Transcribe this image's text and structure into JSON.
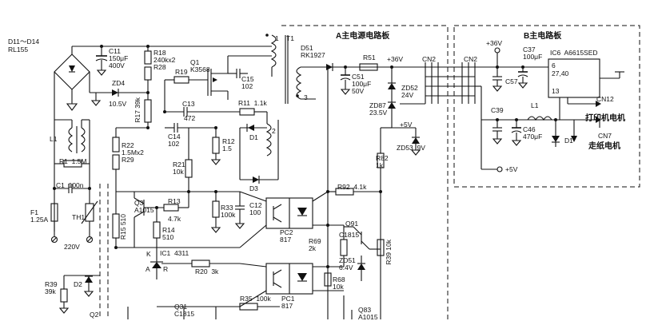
{
  "boards": {
    "a_title": "A主电源电路板",
    "b_title": "B主电路板"
  },
  "labels": {
    "d11_d14": "D11～D14",
    "rl155": "RL155",
    "c11": "C11\n150μF\n400V",
    "zd4": "ZD4",
    "zd4_v": "10.5V",
    "r18": "R18\n240kx2\nR28",
    "r17": "R17 39k",
    "q1": "Q1\nK3568",
    "r19": "R19",
    "c15": "C15\n102",
    "t1": "T1",
    "c13": "C13",
    "c13_v": "472",
    "r11": "R11  1.1k",
    "c14": "C14\n102",
    "r12": "R12\n1.5",
    "d1": "D1",
    "d3": "D3",
    "l1": "L1",
    "r22": "R22\n1.5Mx2\nR29",
    "r21": "R21\n10k",
    "r1": "R1  1.5M",
    "c1": "C1  100n",
    "f1": "F1\n1.25A",
    "th1": "TH1",
    "v220": "220V",
    "q3": "Q3\nA1015",
    "r13": "R13",
    "r13_v": "4.7k",
    "r15": "R15 510",
    "r14": "R14\n510",
    "r33": "R33\n100k",
    "c12": "C12\n100",
    "k": "K",
    "ic1": "IC1  4311",
    "a": "A",
    "r": "R",
    "r20": "R20  3k",
    "r39": "R39\n39k",
    "d2": "D2",
    "q2": "Q2",
    "q31": "Q31\nC1815",
    "r35": "R35  100k",
    "pc1": "PC1\n817",
    "q83": "Q83\nA1015",
    "pc2": "PC2\n817",
    "r69": "R69\n2k",
    "c1815": "C1815",
    "q91": "Q91",
    "zd51": "ZD51\n6.4V",
    "r39_10k": "R39 10k",
    "r68": "R68\n10k",
    "r92": "R92  4.1k",
    "r82": "R82\n1k",
    "zd53": "ZD53  9V",
    "p5v_a": "+5V",
    "zd87": "ZD87\n23.5V",
    "zd52": "ZD52\n24V",
    "d51": "D51\nRK1927",
    "r51": "R51",
    "p36v_a": "+36V",
    "c51": "C51\n100μF\n50V",
    "cn2_a": "CN2",
    "cn2_b": "CN2",
    "p36v_b": "+36V",
    "c37": "C37\n100μF",
    "ic6": "IC6  A6615SED",
    "pin6": "6",
    "pin2740": "27,40",
    "pin13": "13",
    "c57": "C57",
    "c39": "C39",
    "l1b": "L1",
    "c46": "C46\n470μF",
    "d1b": "D1",
    "cn12": "CN12",
    "printer_motor": "打印机电机",
    "cn7": "CN7",
    "paper_motor": "走纸电机",
    "p5v_b": "+5V",
    "n1": "1",
    "n2": "2",
    "n3": "3"
  }
}
